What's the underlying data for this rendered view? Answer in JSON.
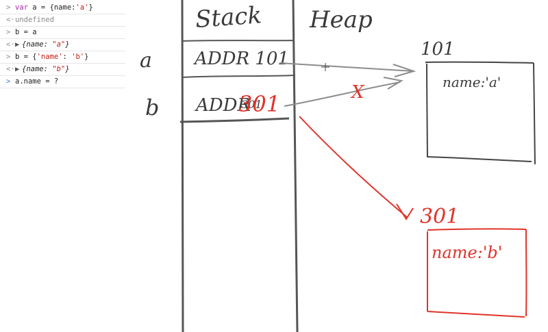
{
  "console": {
    "rows": [
      {
        "prompt": ">",
        "parts": [
          {
            "t": "var",
            "c": "kw"
          },
          {
            "t": " a = {name:",
            "c": "ident"
          },
          {
            "t": "'a'",
            "c": "str"
          },
          {
            "t": "}",
            "c": "ident"
          }
        ]
      },
      {
        "prompt": "<·",
        "parts": [
          {
            "t": "undefined",
            "c": "dim"
          }
        ]
      },
      {
        "prompt": ">",
        "parts": [
          {
            "t": "b = a",
            "c": "ident"
          }
        ]
      },
      {
        "prompt": "<·",
        "parts": [
          {
            "t": "▶",
            "c": "tri"
          },
          {
            "t": "{name: ",
            "c": "obj"
          },
          {
            "t": "\"a\"",
            "c": "objstr"
          },
          {
            "t": "}",
            "c": "obj"
          }
        ]
      },
      {
        "prompt": ">",
        "parts": [
          {
            "t": "b = {",
            "c": "ident"
          },
          {
            "t": "'name'",
            "c": "str"
          },
          {
            "t": ": ",
            "c": "ident"
          },
          {
            "t": "'b'",
            "c": "str"
          },
          {
            "t": "}",
            "c": "ident"
          }
        ]
      },
      {
        "prompt": "<·",
        "parts": [
          {
            "t": "▶",
            "c": "tri"
          },
          {
            "t": "{name: ",
            "c": "obj"
          },
          {
            "t": "\"b\"",
            "c": "objstr"
          },
          {
            "t": "}",
            "c": "obj"
          }
        ]
      },
      {
        "prompt": ">",
        "active": true,
        "parts": [
          {
            "t": "a.name = ?",
            "c": "ident"
          }
        ]
      }
    ]
  },
  "whiteboard": {
    "stack_label": "Stack",
    "heap_label": "Heap",
    "var_a": "a",
    "var_b": "b",
    "addr_a_text": "ADDR 101",
    "addr_b_prefix": "ADDR",
    "addr_b_scribble": "301",
    "addr_b_new": "301",
    "heap1_addr": "101",
    "heap1_content": "name:'a'",
    "heap2_addr": "301",
    "heap2_content": "name:'b'",
    "cross_mark": "X"
  },
  "colors": {
    "ink": "#3a3a3a",
    "red": "#e0332a",
    "gray_arrow": "#8c8c8c"
  }
}
